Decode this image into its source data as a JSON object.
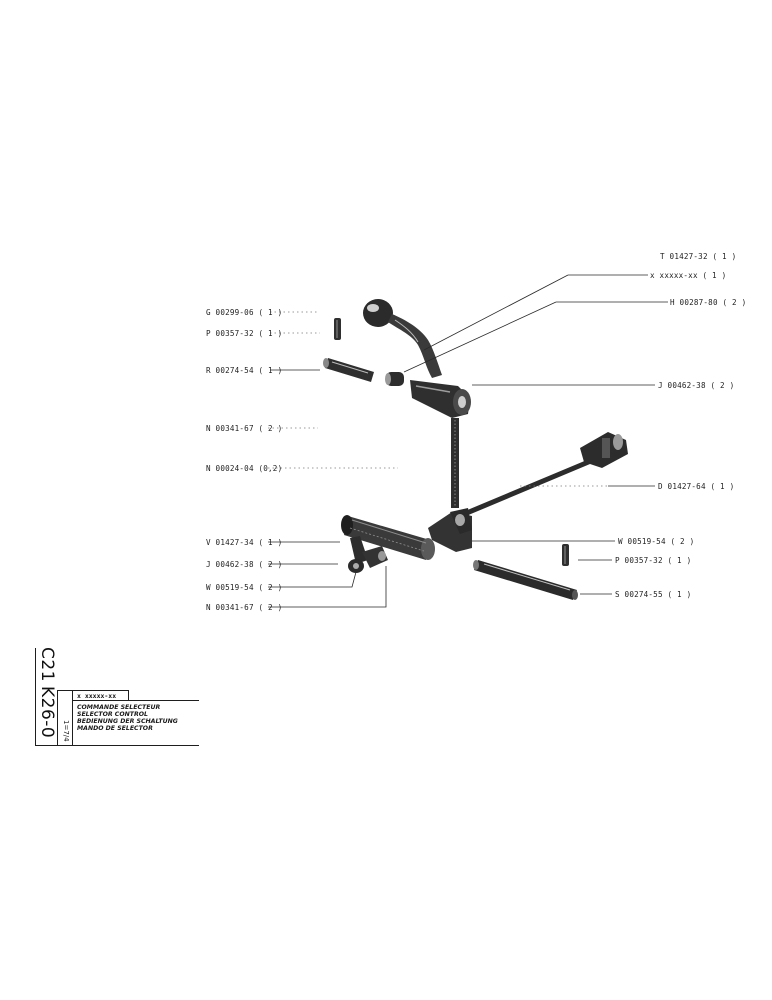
{
  "labels": {
    "T": "T 01427-32 ( 1 )",
    "X": "x xxxxx-xx ( 1 )",
    "H": "H 00287-80 ( 2 )",
    "G": "G 00299-06 ( 1 )",
    "P1": "P 00357-32 ( 1 )",
    "R": "R 00274-54 ( 1 )",
    "J1": "J 00462-38 ( 2 )",
    "N1": "N 00341-67 ( 2 )",
    "N2": "N 00024-04 (0,2)",
    "D": "D 01427-64 ( 1 )",
    "V": "V 01427-34 ( 1 )",
    "W1": "W 00519-54 ( 2 )",
    "J2": "J 00462-38 ( 2 )",
    "P2": "P 00357-32 ( 1 )",
    "W2": "W 00519-54 ( 2 )",
    "S": "S 00274-55 ( 1 )",
    "N3": "N 00341-67 ( 2 )"
  },
  "title_block": {
    "code_line1": "C21",
    "code_line2": "K26-0",
    "scale": "1=7/4",
    "ref": "x xxxxx-xx",
    "desc_fr": "COMMANDE SELECTEUR",
    "desc_en": "SELECTOR CONTROL",
    "desc_de": "BEDIENUNG DER SCHALTUNG",
    "desc_es": "MANDO DE SELECTOR"
  }
}
